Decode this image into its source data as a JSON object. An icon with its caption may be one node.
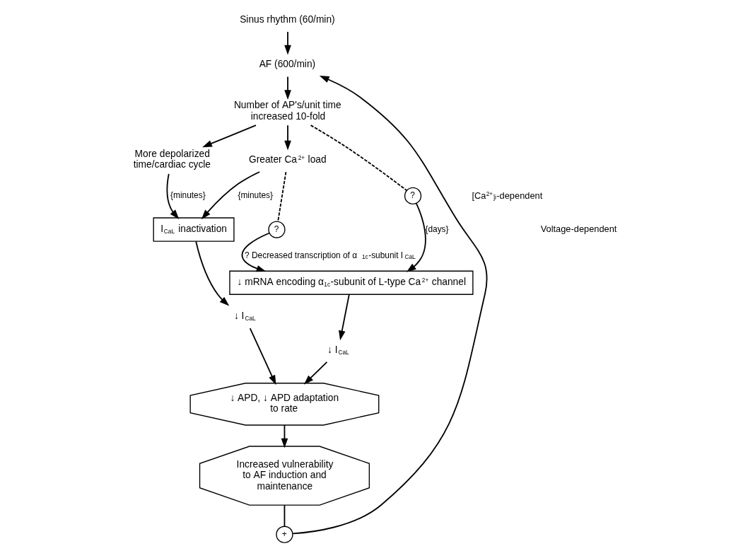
{
  "diagram": {
    "nodes": [
      {
        "text": [
          "Sinus rhythm (60/min)"
        ]
      },
      {
        "text": [
          "AF (600/min)"
        ]
      },
      {
        "text": [
          "Number of AP's/unit time increased 10-fold"
        ]
      },
      {
        "text": [
          "More depolarized time/cardiac cycle"
        ]
      },
      {
        "text": [
          "Greater Ca$^{2+}$ load"
        ]
      },
      {
        "text": [
          "I$_{CaL}$ inactivation"
        ]
      },
      {
        "text": [
          "?"
        ]
      },
      {
        "text": [
          "?"
        ]
      },
      {
        "text": [
          "↓ mRNA encoding α$_{1c}$-subunit of L-type Ca$^{2+}$ channel"
        ]
      },
      {
        "text": [
          "↓ I$_{CaL}$"
        ]
      },
      {
        "text": [
          "↓ I$_{CaL}$"
        ]
      },
      {
        "text": [
          "↓ APD, ↓ APD adaptation to rate"
        ]
      },
      {
        "text": [
          "Increased vulnerability to AF induction and maintenance"
        ]
      },
      {
        "text": [
          "+"
        ]
      }
    ],
    "edges": [
      {
        "from": 0,
        "to": 1,
        "arrow": "to"
      },
      {
        "from": 1,
        "to": 2,
        "arrow": "to"
      },
      {
        "from": 2,
        "to": 3,
        "arrow": "to"
      },
      {
        "from": 2,
        "to": 4,
        "arrow": "to"
      },
      {
        "from": 2,
        "to": 6,
        "arrow": "none",
        "style": "dashed"
      },
      {
        "from": 4,
        "to": 7,
        "arrow": "none",
        "style": "dashed"
      },
      {
        "from": 3,
        "to": 5,
        "arrow": "to",
        "label": "{minutes}"
      },
      {
        "from": 4,
        "to": 5,
        "arrow": "to",
        "label": "{minutes}"
      },
      {
        "from": 6,
        "to": 8,
        "arrow": "to",
        "label": "{days}"
      },
      {
        "from": 7,
        "to": 8,
        "arrow": "to",
        "label": "? Decreased transcription of α$_{1c}$-subunit I$_{CaL}$"
      },
      {
        "from": 5,
        "to": 9,
        "arrow": "to"
      },
      {
        "from": 8,
        "to": 10,
        "arrow": "to"
      },
      {
        "from": 9,
        "to": 11,
        "arrow": "to"
      },
      {
        "from": 10,
        "to": 11,
        "arrow": "to"
      },
      {
        "from": 11,
        "to": 12,
        "arrow": "to"
      },
      {
        "from": 12,
        "to": 13,
        "arrow": "none"
      },
      {
        "from": 13,
        "to": 1,
        "arrow": "to"
      }
    ],
    "labels": [
      "Voltage-dependent",
      "[Ca$^{2+}$]$_{i}$-dependent"
    ]
  }
}
